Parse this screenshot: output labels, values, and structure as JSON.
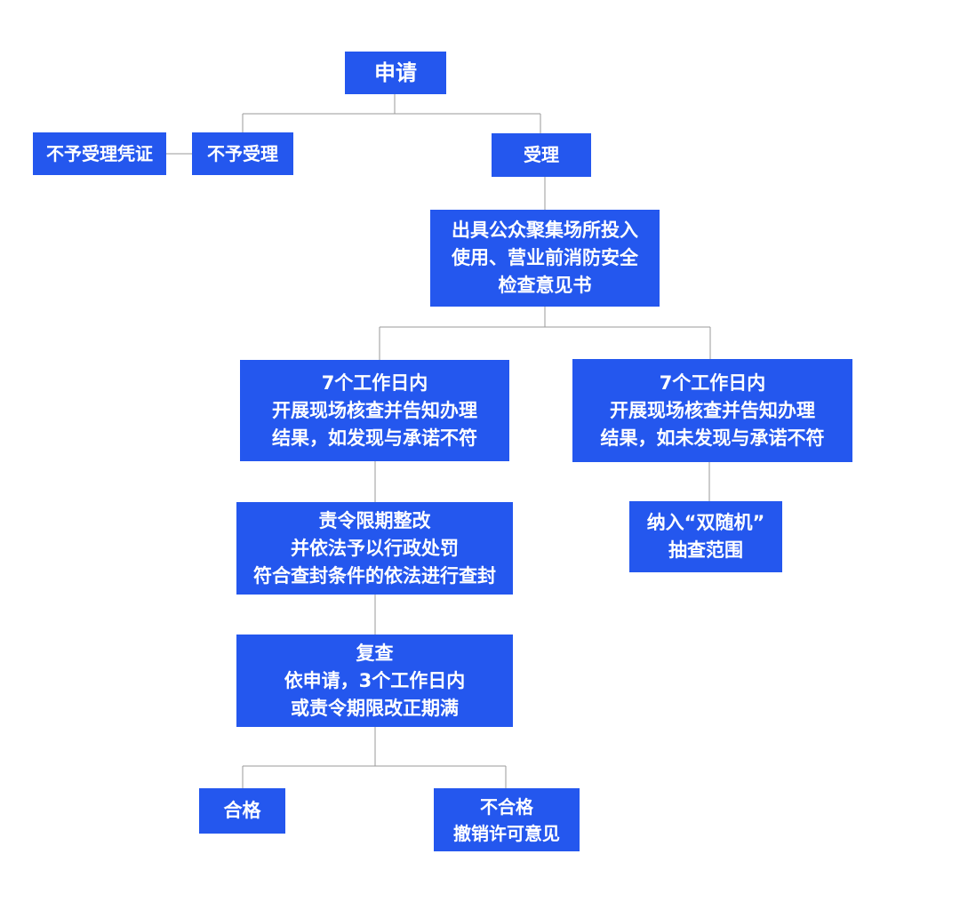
{
  "flowchart": {
    "apply": "申请",
    "reject_certificate": "不予受理凭证",
    "reject": "不予受理",
    "accept": "受理",
    "issue_opinion": "出具公众聚集场所投入\n使用、营业前消防安全\n检查意见书",
    "inspect_found": "7个工作日内\n开展现场核查并告知办理\n结果，如发现与承诺不符",
    "inspect_not_found": "7个工作日内\n开展现场核查并告知办理\n结果，如未发现与承诺不符",
    "rectify": "责令限期整改\n并依法予以行政处罚\n符合查封条件的依法进行查封",
    "random_check": "纳入“双随机”\n抽查范围",
    "recheck": "复查\n依申请，3个工作日内\n或责令期限改正期满",
    "pass": "合格",
    "fail": "不合格\n撤销许可意见"
  },
  "colors": {
    "box_fill": "#2457ee",
    "box_text": "#ffffff",
    "connector": "#9a9a9a"
  }
}
